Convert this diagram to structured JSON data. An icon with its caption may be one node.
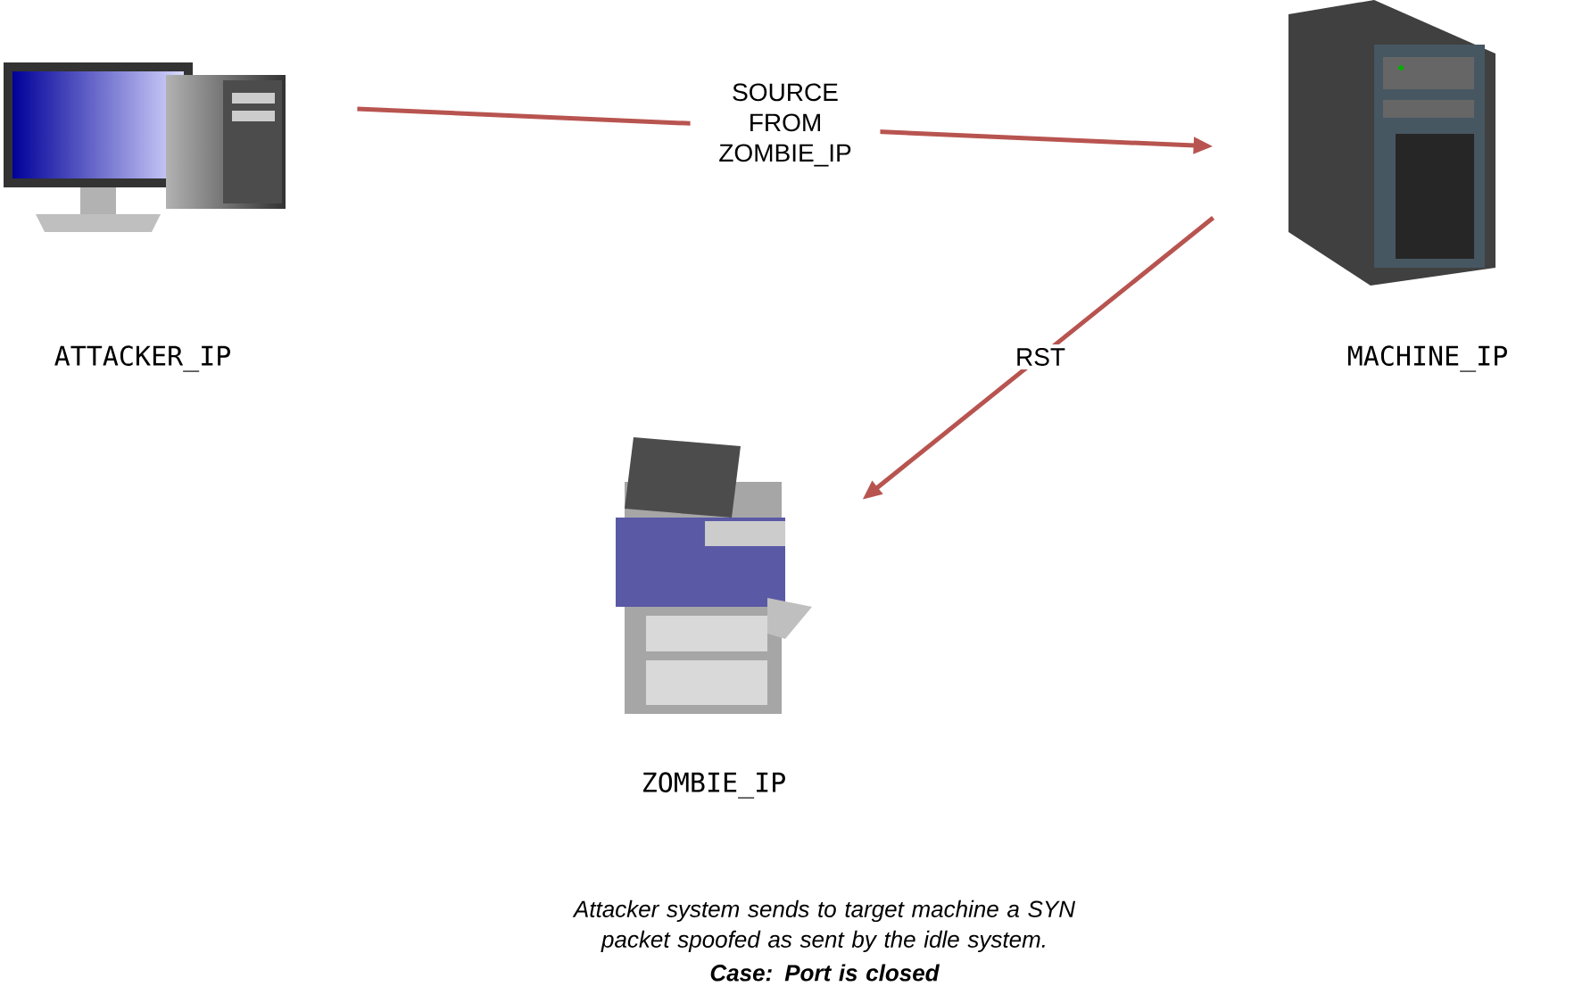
{
  "diagram": {
    "nodes": [
      {
        "text": [
          "ATTACKER_IP"
        ]
      },
      {
        "text": [
          "MACHINE_IP"
        ]
      },
      {
        "text": [
          "ZOMBIE_IP"
        ]
      }
    ],
    "edges": [
      {
        "from": 0,
        "to": 1,
        "arrow": "to",
        "label": "SOURCE FROM ZOMBIE_IP"
      },
      {
        "from": 1,
        "to": 2,
        "arrow": "to",
        "label": "RST"
      }
    ],
    "labels": [
      "Attacker system sends to target machine a SYN packet spoofed as sent by the idle system.",
      "Case: Port is closed"
    ]
  }
}
